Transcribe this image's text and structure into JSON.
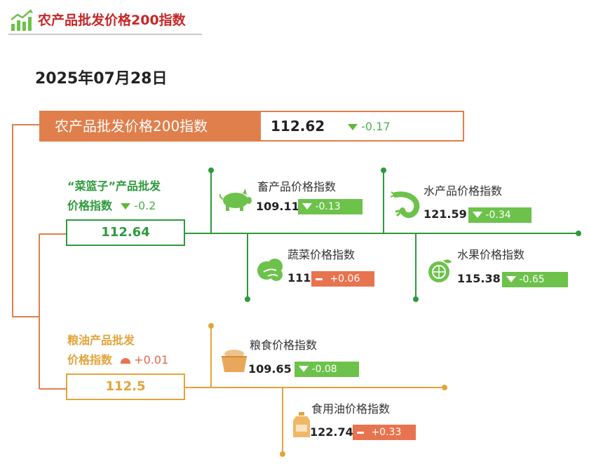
{
  "page_title": "农产品批发价格200指数",
  "date": "2025年07月28日",
  "main_index": {
    "label": "农产品批发价格200指数",
    "value": "112.62",
    "change": "-0.17"
  },
  "vegetable_basket": {
    "label_line1": "“菜篮子”产品批发",
    "label_line2": "价格指数",
    "change": "-0.2",
    "value": "112.64",
    "items": [
      {
        "name": "畜产品价格指数",
        "value": "109.11",
        "change": "-0.13",
        "direction": "down",
        "icon": "pig-icon"
      },
      {
        "name": "水产品价格指数",
        "value": "121.59",
        "change": "-0.34",
        "direction": "down",
        "icon": "shrimp-icon"
      },
      {
        "name": "蔬菜价格指数",
        "value": "111",
        "change": "+0.06",
        "direction": "up",
        "icon": "cabbage-icon"
      },
      {
        "name": "水果价格指数",
        "value": "115.38",
        "change": "-0.65",
        "direction": "down",
        "icon": "fruit-icon"
      }
    ]
  },
  "grain_oil": {
    "label_line1": "粮油产品批发",
    "label_line2": "价格指数",
    "change": "+0.01",
    "value": "112.5",
    "items": [
      {
        "name": "粮食价格指数",
        "value": "109.65",
        "change": "-0.08",
        "direction": "down",
        "icon": "grain-sack-icon"
      },
      {
        "name": "食用油价格指数",
        "value": "122.74",
        "change": "+0.33",
        "direction": "up",
        "icon": "oil-bottle-icon"
      }
    ]
  },
  "colors": {
    "orange": "#e07f4c",
    "green": "#2e9a3c",
    "gold": "#e3a43a",
    "up_red": "#e8734f",
    "down_green": "#6cc24a",
    "title_red": "#c62828"
  }
}
